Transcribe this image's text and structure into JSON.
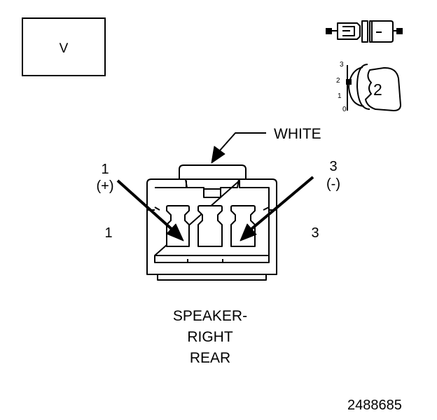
{
  "view_box": {
    "letter": "V"
  },
  "key_icon": {
    "scale_labels": [
      "3",
      "2",
      "1",
      "0"
    ],
    "number": "2"
  },
  "color_callout": "WHITE",
  "pins": {
    "left": {
      "number": "1",
      "polarity": "(+)",
      "side_label": "1"
    },
    "right": {
      "number": "3",
      "polarity": "(-)",
      "side_label": "3"
    }
  },
  "component_name": [
    "SPEAKER-",
    "RIGHT",
    "REAR"
  ],
  "figure_number": "2488685"
}
